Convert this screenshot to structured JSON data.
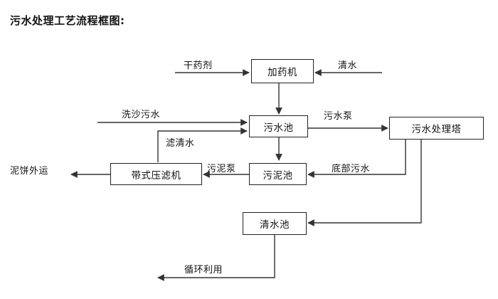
{
  "title": "污水处理工艺流程框图:",
  "colors": {
    "line": "#333333",
    "box_border": "#222222",
    "text": "#111111",
    "background": "#ffffff"
  },
  "nodes": [
    {
      "id": "dosing_machine",
      "label": "加药机"
    },
    {
      "id": "wastewater_pool",
      "label": "污水池"
    },
    {
      "id": "treatment_tower",
      "label": "污水处理塔"
    },
    {
      "id": "belt_filter_press",
      "label": "带式压滤机"
    },
    {
      "id": "sludge_pool",
      "label": "污泥池"
    },
    {
      "id": "clear_water_pool",
      "label": "清水池"
    }
  ],
  "edge_labels": [
    {
      "id": "dry_chemical",
      "label": "干药剂"
    },
    {
      "id": "clean_water",
      "label": "清水"
    },
    {
      "id": "sand_wash_wastewater",
      "label": "洗沙污水"
    },
    {
      "id": "filtered_clear_water",
      "label": "滤清水"
    },
    {
      "id": "wastewater_pump",
      "label": "污水泵"
    },
    {
      "id": "sludge_pump",
      "label": "污泥泵"
    },
    {
      "id": "bottom_wastewater",
      "label": "底部污水"
    }
  ],
  "terminal_labels": [
    {
      "id": "mud_cake_out",
      "label": "泥饼外运"
    },
    {
      "id": "recycle_reuse",
      "label": "循环利用"
    }
  ]
}
